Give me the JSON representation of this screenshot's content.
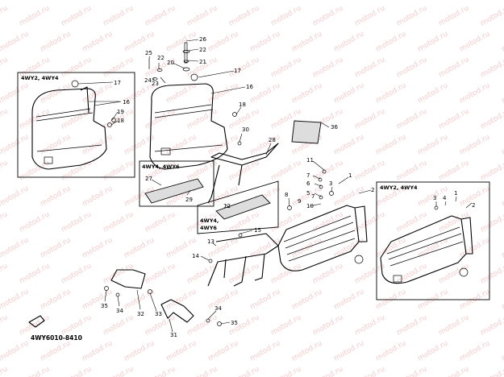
{
  "diagram": {
    "watermark": "motod.ru",
    "drawing_code": "4WY6010-8410",
    "inset_labels": {
      "top_left": "4WY2, 4WY4",
      "middle_left": "4WY4, 4WY6",
      "middle_center": "4WY4,",
      "middle_center_2": "4WY6",
      "right": "4WY2, 4WY4"
    },
    "callouts": {
      "p1": "1",
      "p2": "2",
      "p3": "3",
      "p4": "4",
      "p5": "5",
      "p6": "6",
      "p7": "7",
      "p8": "8",
      "p9": "9",
      "p10": "10",
      "p11": "11",
      "p12": "12",
      "p13": "13",
      "p14": "14",
      "p15": "15",
      "p16": "16",
      "p17": "17",
      "p18": "18",
      "p19": "19",
      "p20": "20",
      "p21": "21",
      "p22": "22",
      "p23": "23",
      "p24": "24",
      "p25": "25",
      "p26": "26",
      "p27": "27",
      "p28": "28",
      "p29": "29",
      "p30": "30",
      "p31": "31",
      "p32": "32",
      "p33": "33",
      "p34": "34",
      "p35": "35",
      "p36": "36"
    }
  }
}
